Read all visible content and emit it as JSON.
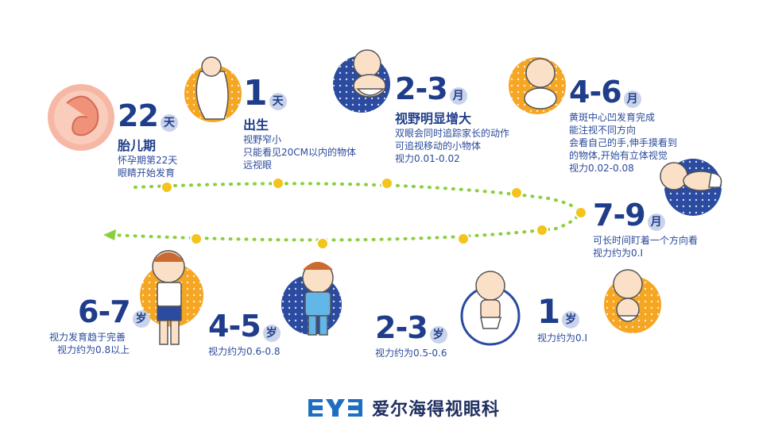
{
  "colors": {
    "primary": "#1f3d8a",
    "badge": "#c9d3ea",
    "orange": "#f5a623",
    "navy": "#2b4ba0",
    "path": "#8ccf3e",
    "dot": "#f3c41d"
  },
  "stages": [
    {
      "num": "22",
      "unit": "天",
      "head": "胎儿期",
      "desc": [
        "怀孕期第22天",
        "眼睛开始发育"
      ]
    },
    {
      "num": "1",
      "unit": "天",
      "head": "出生",
      "desc": [
        "视野窄小",
        "只能看见20CM以内的物体",
        "远视眼"
      ]
    },
    {
      "num": "2-3",
      "unit": "月",
      "head": "视野明显增大",
      "desc": [
        "双眼会同时追踪家长的动作",
        "可追视移动的小物体",
        "视力0.01-0.02"
      ]
    },
    {
      "num": "4-6",
      "unit": "月",
      "head": "",
      "desc": [
        "黄斑中心凹发育完成",
        "能注视不同方向",
        "会看自己的手,伸手摸看到",
        "的物体,开始有立体视觉",
        "视力0.02-0.08"
      ]
    },
    {
      "num": "7-9",
      "unit": "月",
      "head": "",
      "desc": [
        "可长时间盯着一个方向看",
        "视力约为0.I"
      ]
    },
    {
      "num": "1",
      "unit": "岁",
      "head": "",
      "desc": [
        "视力约为0.I"
      ]
    },
    {
      "num": "2-3",
      "unit": "岁",
      "head": "",
      "desc": [
        "视力约为0.5-0.6"
      ]
    },
    {
      "num": "4-5",
      "unit": "岁",
      "head": "",
      "desc": [
        "视力约为0.6-0.8"
      ]
    },
    {
      "num": "6-7",
      "unit": "岁",
      "head": "",
      "desc": [
        "视力发育趋于完善",
        "视力约为0.8以上"
      ]
    }
  ],
  "logo": {
    "mark": "EYE",
    "text": "爱尔海得视眼科"
  }
}
